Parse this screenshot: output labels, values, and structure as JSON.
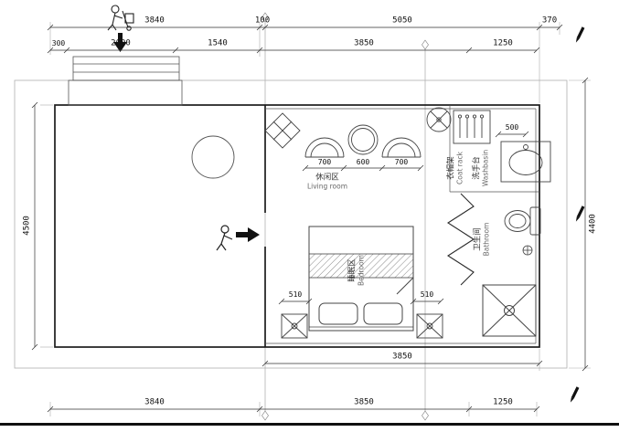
{
  "drawing": {
    "type": "architectural floor plan"
  },
  "dimensions": {
    "top_row1": [
      "3840",
      "100",
      "5050",
      "370"
    ],
    "top_row2": [
      "300",
      "2000",
      "1540",
      "3850",
      "1250"
    ],
    "left_height": "4500",
    "right_height": "4400",
    "bottom_inner": "3850",
    "bottom_row": [
      "3840",
      "3850",
      "1250"
    ],
    "furniture_row": [
      "700",
      "600",
      "700"
    ],
    "washbasin_width": "500",
    "bed_side_left": "510",
    "bed_side_right": "510"
  },
  "rooms": {
    "living": {
      "zh": "休闲区",
      "en": "Living room"
    },
    "bedroom": {
      "zh": "睡眠区",
      "en": "Bedroom"
    },
    "washbasin": {
      "zh": "洗手台",
      "en": "Washbasin"
    },
    "coat_rack": {
      "zh": "衣帽架",
      "en": "Coat rack"
    },
    "bathroom": {
      "zh": "卫生间",
      "en": "Bathroom"
    }
  },
  "colors": {
    "wall_line": "#1c1c1c",
    "furniture_line": "#444444",
    "dim_text": "#111111",
    "label_zh": "#333333",
    "label_en": "#666666",
    "arrow": "#111111"
  },
  "icons": {
    "down_arrow": "down-arrow-icon",
    "right_arrow": "right-arrow-icon",
    "person_cart": "person-pushing-cart-icon",
    "person": "person-icon",
    "marker_pin": "marker-pin-icon",
    "fan": "fan-symbol-icon",
    "lamp": "diamond-lamp-icon"
  }
}
